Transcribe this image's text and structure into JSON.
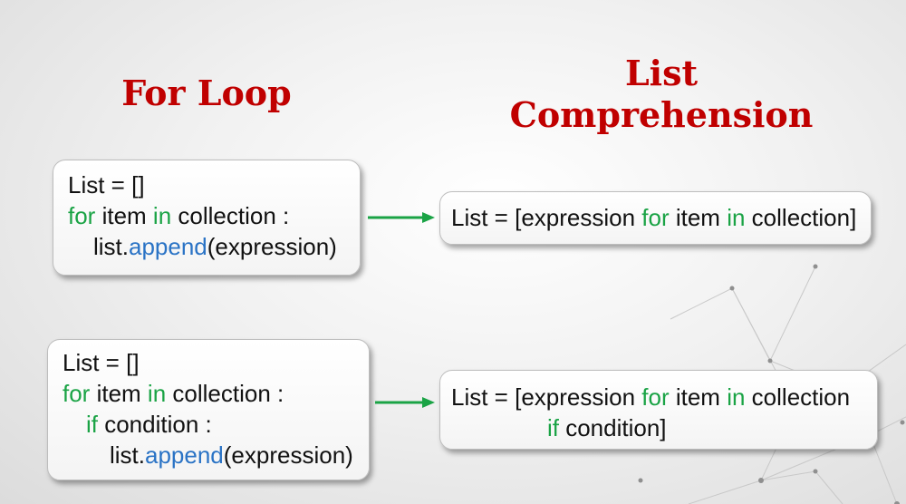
{
  "headings": {
    "for_loop": "For Loop",
    "list_comp_line1": "List",
    "list_comp_line2": "Comprehension"
  },
  "colors": {
    "heading": "#c00000",
    "keyword": "#1aa345",
    "method": "#2a73c5",
    "arrow": "#1aa345"
  },
  "example1": {
    "for_loop": {
      "line1": "List = []",
      "line2_kw1": "for",
      "line2_t1": " item ",
      "line2_kw2": "in",
      "line2_t2": " collection :",
      "line3_t1": "list.",
      "line3_fn": "append",
      "line3_t2": "(expression)"
    },
    "comprehension": {
      "t1": "List = [expression ",
      "kw1": "for",
      "t2": " item ",
      "kw2": "in",
      "t3": " collection]"
    }
  },
  "example2": {
    "for_loop": {
      "line1": "List = []",
      "line2_kw1": "for",
      "line2_t1": " item ",
      "line2_kw2": "in",
      "line2_t2": " collection :",
      "line3_kw": "if",
      "line3_t": " condition :",
      "line4_t1": "list.",
      "line4_fn": "append",
      "line4_t2": "(expression)"
    },
    "comprehension": {
      "l1_t1": "List = [expression ",
      "l1_kw1": "for",
      "l1_t2": " item ",
      "l1_kw2": "in",
      "l1_t3": " collection",
      "l2_kw": "if",
      "l2_t": " condition]"
    }
  }
}
